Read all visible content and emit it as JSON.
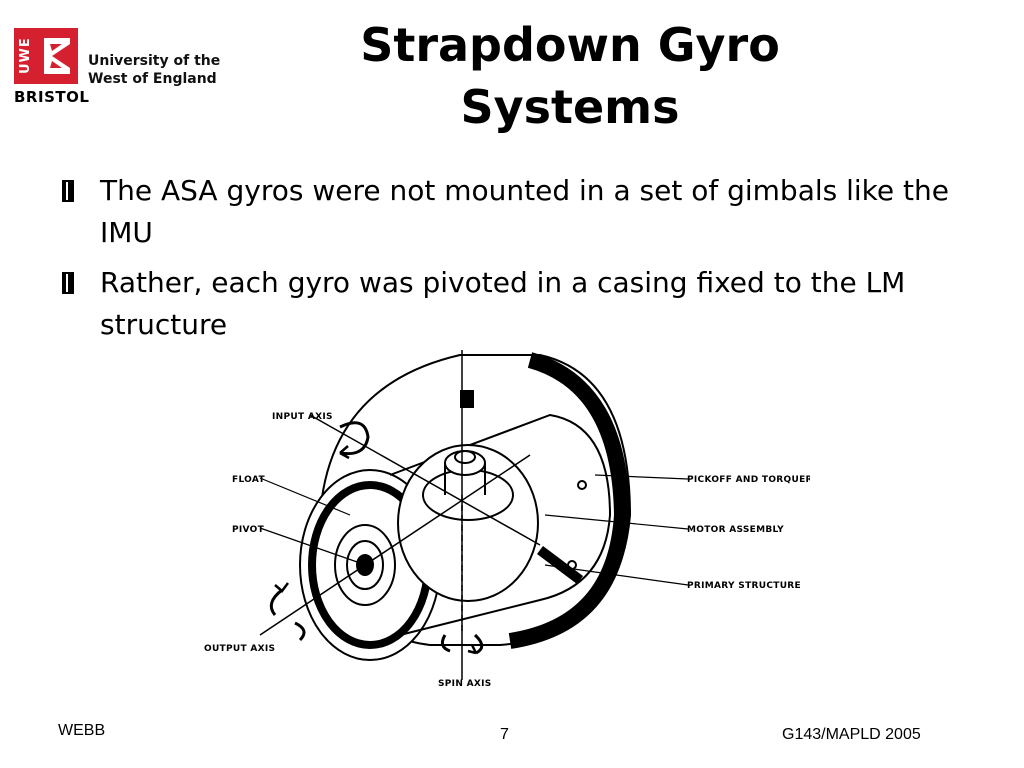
{
  "logo": {
    "uwe": "UWE",
    "city": "BRISTOL",
    "name_line1": "University of the",
    "name_line2": "West of England",
    "brand_color": "#d5202f"
  },
  "slide": {
    "title_line1": "Strapdown Gyro",
    "title_line2": "Systems",
    "bullets": [
      "The ASA gyros were not mounted in a set of gimbals like the IMU",
      "Rather, each gyro was pivoted in a casing fixed to the LM structure"
    ]
  },
  "diagram": {
    "labels": {
      "input_axis": "INPUT AXIS",
      "float": "FLOAT",
      "pivot": "PIVOT",
      "output_axis": "OUTPUT AXIS",
      "spin_axis": "SPIN AXIS",
      "pickoff": "PICKOFF AND TORQUER",
      "motor": "MOTOR ASSEMBLY",
      "primary": "PRIMARY STRUCTURE"
    }
  },
  "footer": {
    "left": "WEBB",
    "page": "7",
    "right": "G143/MAPLD 2005"
  }
}
